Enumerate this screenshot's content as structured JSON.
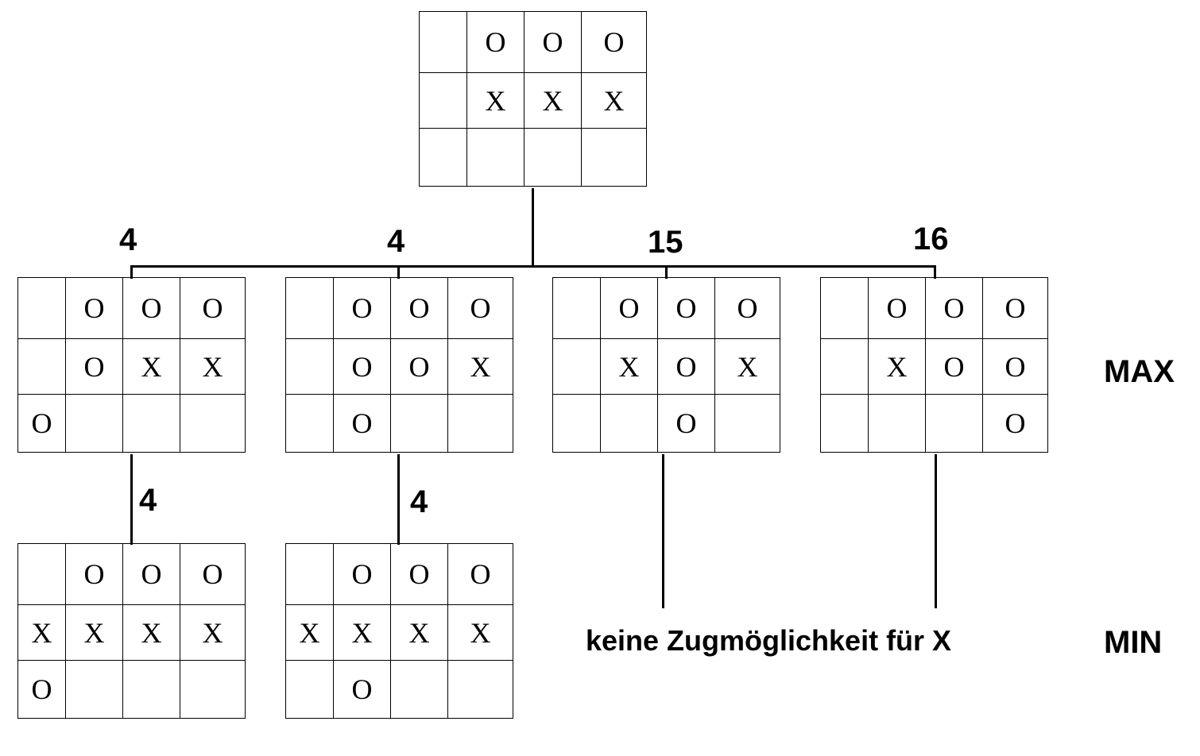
{
  "root": {
    "cells": [
      [
        "",
        "O",
        "O",
        "O"
      ],
      [
        "",
        "X",
        "X",
        "X"
      ],
      [
        "",
        "",
        "",
        ""
      ]
    ]
  },
  "level1": [
    {
      "score": "4",
      "cells": [
        [
          "",
          "O",
          "O",
          "O"
        ],
        [
          "",
          "O",
          "X",
          "X"
        ],
        [
          "O",
          "",
          "",
          ""
        ]
      ]
    },
    {
      "score": "4",
      "cells": [
        [
          "",
          "O",
          "O",
          "O"
        ],
        [
          "",
          "O",
          "O",
          "X"
        ],
        [
          "",
          "O",
          "",
          ""
        ]
      ]
    },
    {
      "score": "15",
      "cells": [
        [
          "",
          "O",
          "O",
          "O"
        ],
        [
          "",
          "X",
          "O",
          "X"
        ],
        [
          "",
          "",
          "O",
          ""
        ]
      ]
    },
    {
      "score": "16",
      "cells": [
        [
          "",
          "O",
          "O",
          "O"
        ],
        [
          "",
          "X",
          "O",
          "O"
        ],
        [
          "",
          "",
          "",
          "O"
        ]
      ]
    }
  ],
  "level2": [
    {
      "score": "4",
      "cells": [
        [
          "",
          "O",
          "O",
          "O"
        ],
        [
          "X",
          "X",
          "X",
          "X"
        ],
        [
          "O",
          "",
          "",
          ""
        ]
      ]
    },
    {
      "score": "4",
      "cells": [
        [
          "",
          "O",
          "O",
          "O"
        ],
        [
          "X",
          "X",
          "X",
          "X"
        ],
        [
          "",
          "O",
          "",
          ""
        ]
      ]
    }
  ],
  "note": "keine Zugmöglichkeit für X",
  "levels": {
    "max": "MAX",
    "min": "MIN"
  }
}
